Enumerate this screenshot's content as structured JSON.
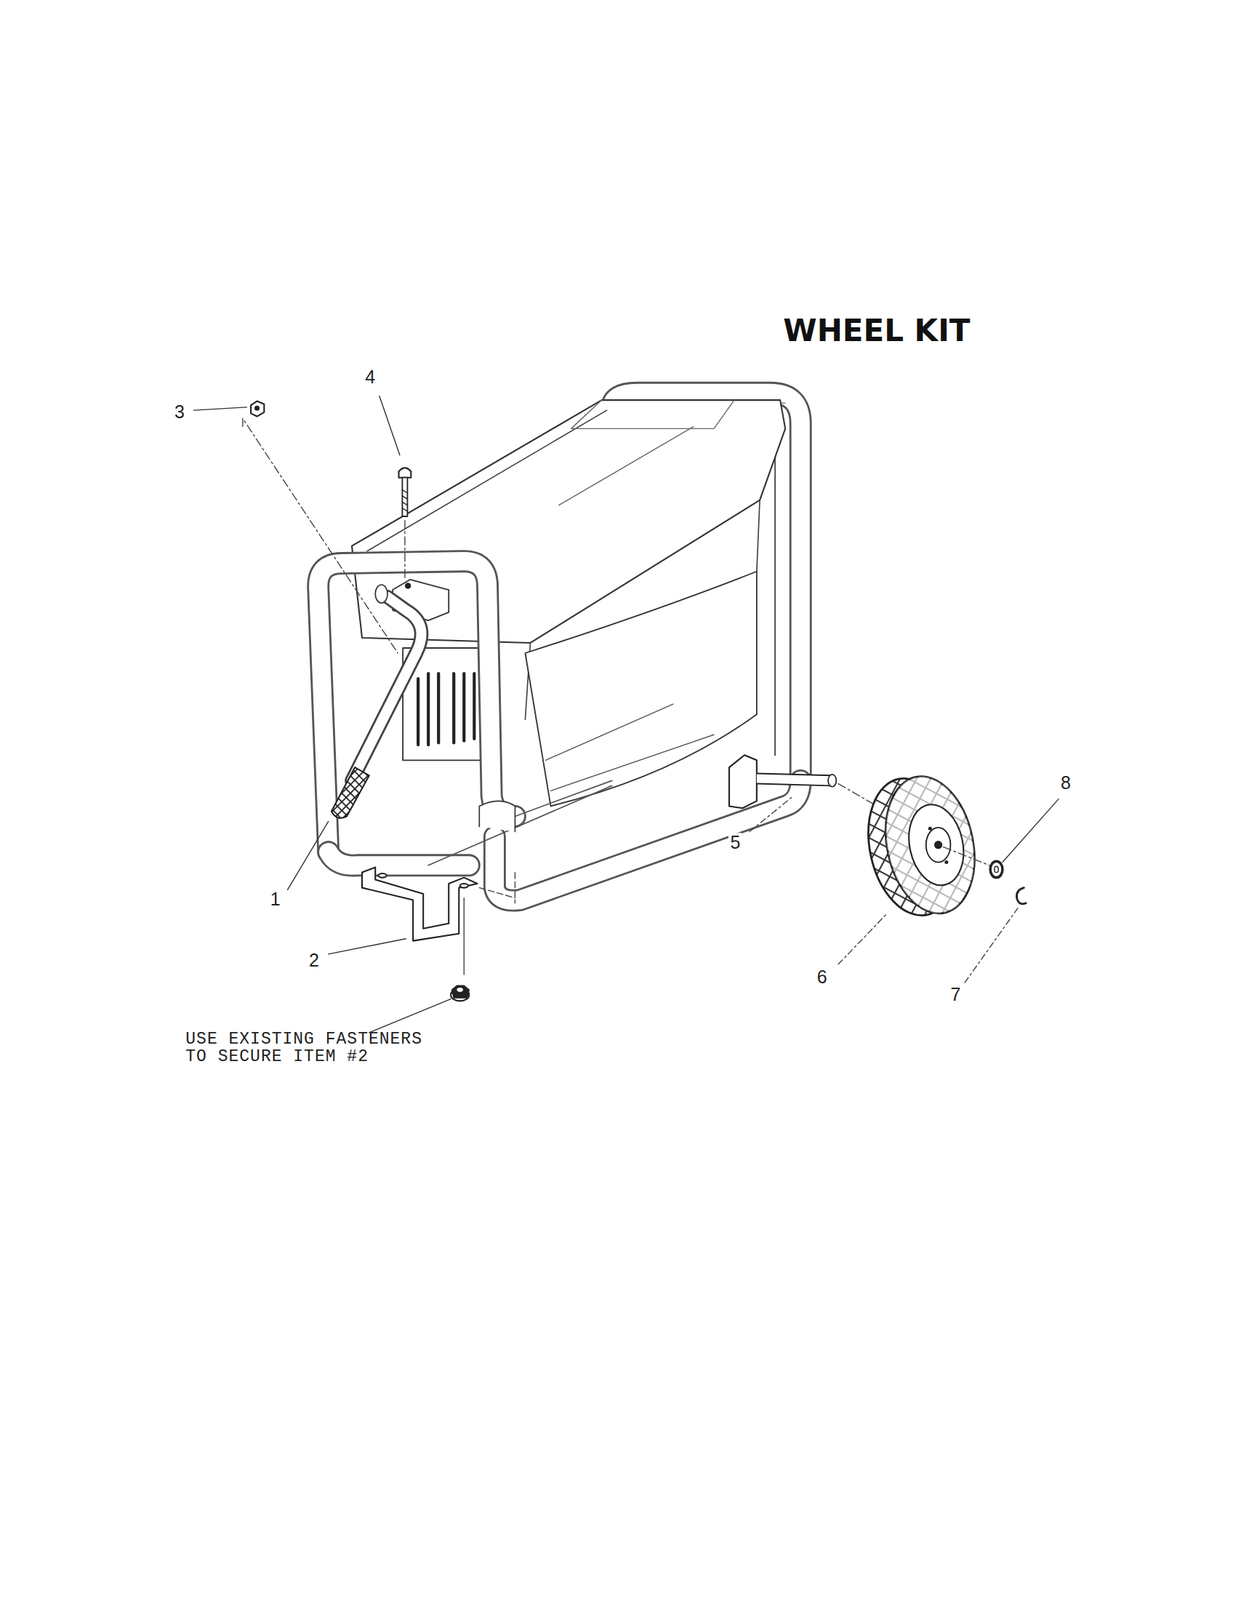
{
  "diagram": {
    "title": "WHEEL KIT",
    "labels": [
      "4",
      "3",
      "8",
      "5",
      "1",
      "2",
      "6",
      "7",
      "USE EXISTING FASTENERS TO SECURE ITEM #2"
    ]
  }
}
